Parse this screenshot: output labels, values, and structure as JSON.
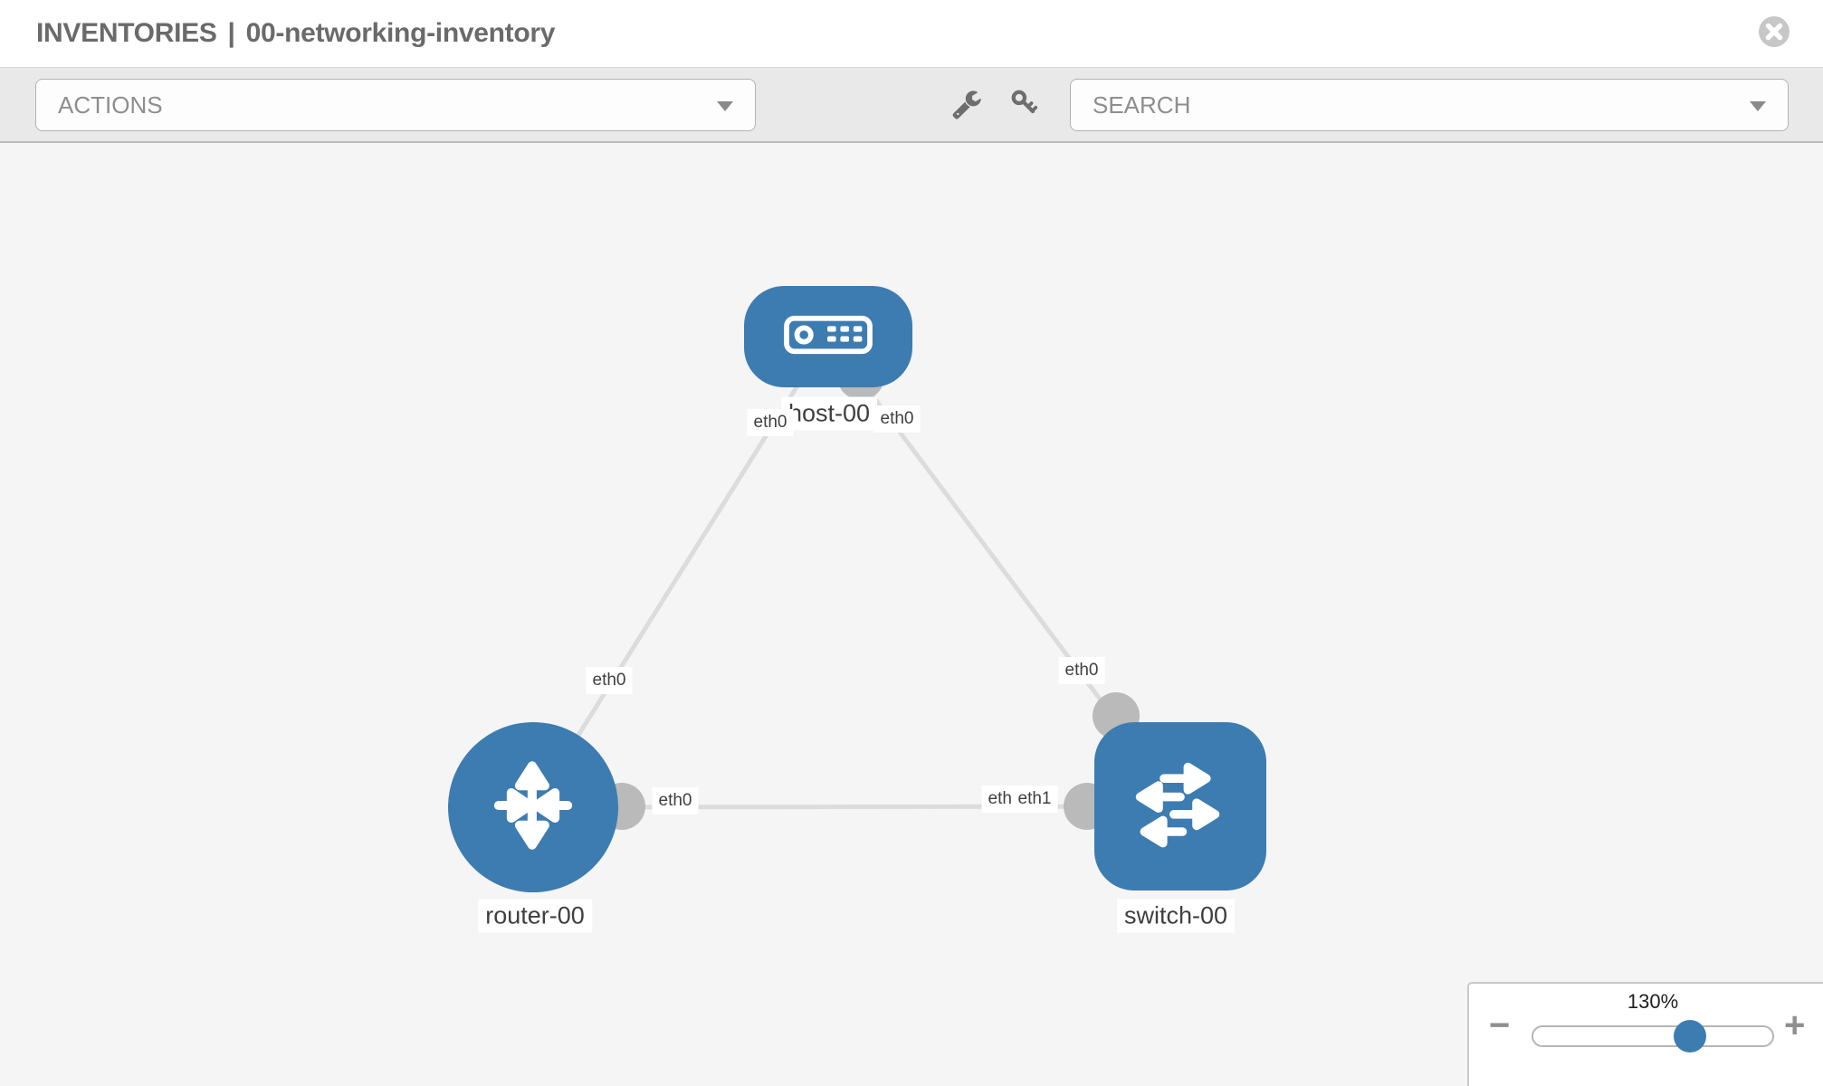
{
  "header": {
    "section": "INVENTORIES",
    "separator": "|",
    "inventory_name": "00-networking-inventory"
  },
  "toolbar": {
    "actions_label": "ACTIONS",
    "search_label": "SEARCH"
  },
  "icons": {
    "close": "circle-x-icon",
    "actions_caret": "chevron-down-icon",
    "search_caret": "chevron-down-icon",
    "tool_left": "wrench-icon",
    "tool_right": "key-icon",
    "zoom_out": "minus-icon",
    "zoom_in": "plus-icon"
  },
  "graph": {
    "nodes": [
      {
        "id": "host-00",
        "type": "host",
        "label": "host-00"
      },
      {
        "id": "router-00",
        "type": "router",
        "label": "router-00"
      },
      {
        "id": "switch-00",
        "type": "switch",
        "label": "switch-00"
      }
    ],
    "links": [
      {
        "source": "host-00",
        "source_interface": "eth0",
        "target": "router-00",
        "target_interface": "eth0"
      },
      {
        "source": "host-00",
        "source_interface": "eth0",
        "target": "switch-00",
        "target_interface": "eth0"
      },
      {
        "source": "router-00",
        "source_interface": "eth0",
        "target": "switch-00",
        "target_interface": "eth1"
      }
    ],
    "labels": {
      "iface_switch_left_back": "eth0"
    }
  },
  "zoom_panel": {
    "level": "130%",
    "minus_label": "−",
    "plus_label": "+"
  },
  "colors": {
    "node_fill": "#3d7cb1",
    "edge": "#dcdcdc",
    "port": "#bababa",
    "canvas_bg": "#f5f5f5",
    "toolbar_bg": "#e9e9e9",
    "title_text": "#6a6a6a",
    "chip_text": "#3f3f3f",
    "slider_thumb": "#3d7cb1"
  }
}
